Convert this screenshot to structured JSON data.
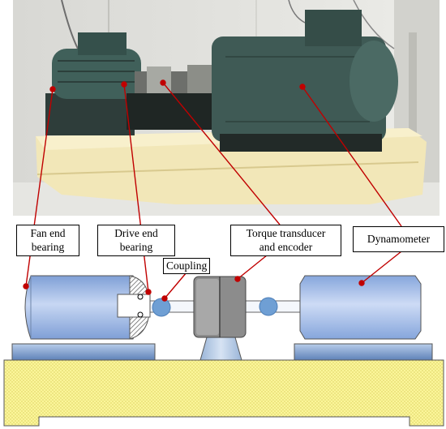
{
  "labels": {
    "fan_end": [
      "Fan end",
      "bearing"
    ],
    "drive_end": [
      "Drive end",
      "bearing"
    ],
    "torque": [
      "Torque transducer",
      "and encoder"
    ],
    "dynamometer": "Dynamometer",
    "coupling": "Coupling"
  },
  "colors": {
    "leader_line": "#c00000",
    "motor_blue": "#8fb0e6",
    "base_yellow": "#fbf59a",
    "transducer_gray": "#8c8c8c",
    "photo_motor": "#3f5a55",
    "photo_base": "#f2e7b8"
  }
}
